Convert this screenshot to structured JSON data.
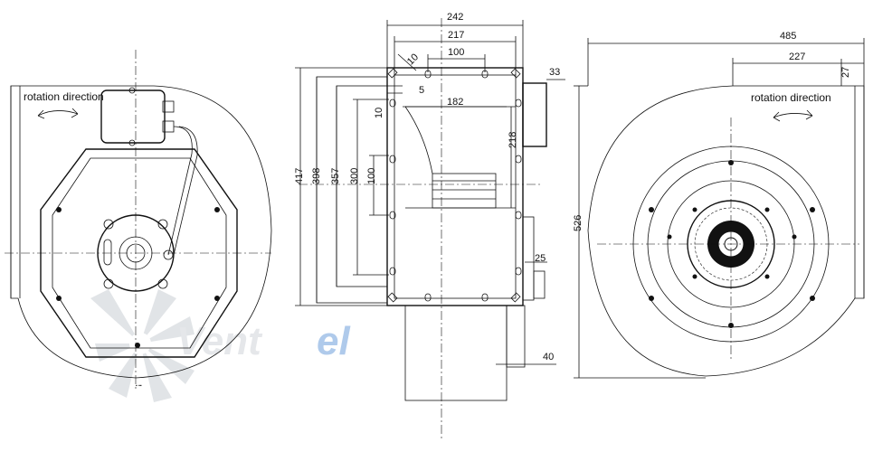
{
  "left_view": {
    "rotation_label": "rotation direction",
    "small_text": "▪ ▪▪"
  },
  "side_view": {
    "dims": {
      "d242": "242",
      "d217": "217",
      "d100top": "100",
      "d10a": "10",
      "d5": "5",
      "d182": "182",
      "d10b": "10",
      "d33": "33",
      "d218": "218",
      "d417": "417",
      "d398": "398",
      "d357": "357",
      "d300": "300",
      "d100v": "100",
      "d25": "25",
      "d40": "40"
    }
  },
  "right_view": {
    "rotation_label": "rotation direction",
    "dims": {
      "d485": "485",
      "d227": "227",
      "d27": "27",
      "d526": "526"
    }
  },
  "watermark": {
    "text_part1": "Vent",
    "text_part2": "el"
  },
  "colors": {
    "line": "#111111",
    "watermark_gray": "#d2d6db",
    "watermark_blue": "#3b7fd0"
  }
}
